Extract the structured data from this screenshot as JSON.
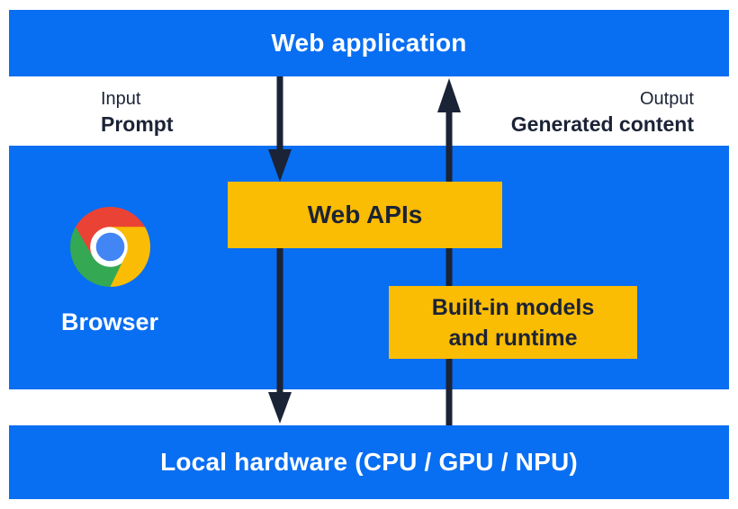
{
  "diagram": {
    "top_bar": {
      "label": "Web application"
    },
    "io": {
      "input_caption": "Input",
      "input_value": "Prompt",
      "output_caption": "Output",
      "output_value": "Generated content"
    },
    "browser_panel": {
      "browser_label": "Browser",
      "logo_icon": "chrome-logo",
      "web_apis_box_label": "Web APIs",
      "builtin_box_line1": "Built-in models",
      "builtin_box_line2": "and runtime"
    },
    "arrows": {
      "down_arrow": "prompt-flow-down",
      "up_arrow": "generated-content-flow-up"
    },
    "bottom_bar": {
      "label": "Local hardware (CPU / GPU / NPU)"
    },
    "colors": {
      "blue": "#086ef2",
      "yellow": "#fbbc04",
      "dark": "#1b2336",
      "white": "#ffffff",
      "chrome_red": "#ea4335",
      "chrome_yellow": "#fbbc05",
      "chrome_green": "#34a853",
      "chrome_blue": "#4285f4"
    }
  }
}
